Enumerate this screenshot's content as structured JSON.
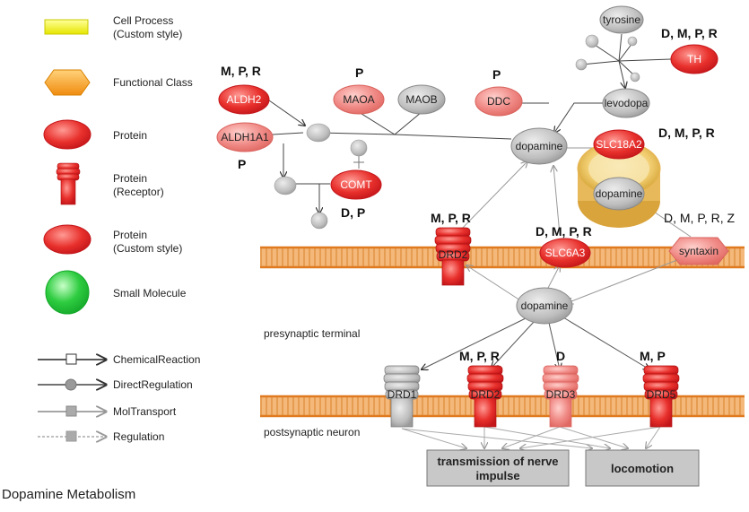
{
  "caption": "Dopamine Metabolism",
  "legend": {
    "cell_process": [
      "Cell Process",
      "(Custom style)"
    ],
    "functional_class": "Functional Class",
    "protein": "Protein",
    "protein_receptor": [
      "Protein",
      "(Receptor)"
    ],
    "protein_custom": [
      "Protein",
      "(Custom style)"
    ],
    "small_molecule": "Small Molecule",
    "chemical_reaction": "ChemicalReaction",
    "direct_regulation": "DirectRegulation",
    "mol_transport": "MolTransport",
    "regulation": "Regulation"
  },
  "nodes": {
    "tyrosine": "tyrosine",
    "TH": "TH",
    "levodopa": "levodopa",
    "DDC": "DDC",
    "MAOA": "MAOA",
    "MAOB": "MAOB",
    "ALDH2": "ALDH2",
    "ALDH1A1": "ALDH1A1",
    "COMT": "COMT",
    "dopamine_top": "dopamine",
    "SLC18A2": "SLC18A2",
    "dopamine_vesicle": "dopamine",
    "DRD2_pre": "DRD2",
    "SLC6A3": "SLC6A3",
    "syntaxin": "syntaxin",
    "dopamine_mid": "dopamine",
    "DRD1": "DRD1",
    "DRD2_post": "DRD2",
    "DRD3": "DRD3",
    "DRD5": "DRD5",
    "transmission": [
      "transmission of nerve",
      "impulse"
    ],
    "locomotion": "locomotion"
  },
  "annotations": {
    "TH": "D, M, P, R",
    "ALDH2": "M, P, R",
    "MAOA": "P",
    "DDC": "P",
    "ALDH1A1": "P",
    "COMT": "D, P",
    "SLC18A2": "D, M, P, R",
    "DRD2_pre": "M, P, R",
    "SLC6A3": "D, M, P, R",
    "syntaxin": "D, M, P, R, Z",
    "DRD2_post": "M, P, R",
    "DRD3": "D",
    "DRD5": "M, P"
  },
  "regions": {
    "presynaptic": "presynaptic terminal",
    "postsynaptic": "postsynaptic neuron"
  },
  "colors": {
    "protein_red": "#e8302c",
    "protein_pink": "#f08a86",
    "gray_node": "#bdbdbd",
    "membrane": "#f0a050",
    "small_molecule_green": "#2ecc40",
    "functional_orange": "#f5a623",
    "cell_process_yellow": "#ffff33"
  }
}
